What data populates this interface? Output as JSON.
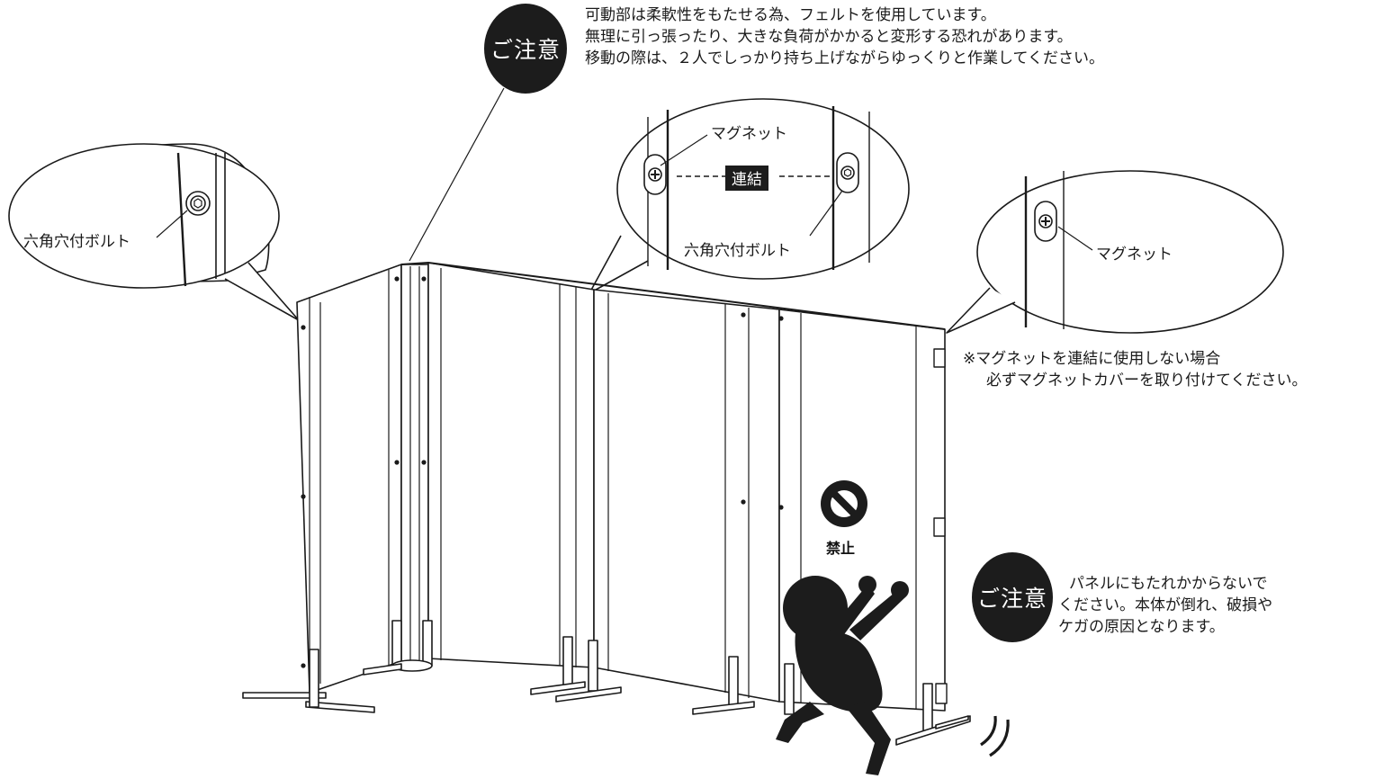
{
  "caution_top": {
    "badge": "ご注意",
    "lines": [
      "可動部は柔軟性をもたせる為、フェルトを使用しています。",
      "無理に引っ張ったり、大きな負荷がかかると変形する恐れがあります。",
      "移動の際は、２人でしっかり持ち上げながらゆっくりと作業してください。"
    ]
  },
  "callout_left": {
    "label": "六角穴付ボルト"
  },
  "callout_center": {
    "magnet_label": "マグネット",
    "link_label": "連結",
    "bolt_label": "六角穴付ボルト"
  },
  "callout_right": {
    "magnet_label": "マグネット"
  },
  "magnet_cover_note": {
    "line1": "※マグネットを連結に使用しない場合",
    "line2": "必ずマグネットカバーを取り付けてください。"
  },
  "prohibit": {
    "icon": "prohibition-icon",
    "label": "禁止"
  },
  "caution_bottom": {
    "badge": "ご注意",
    "lines": [
      "パネルにもたれかからないで",
      "ください。本体が倒れ、破損や",
      "ケガの原因となります。"
    ]
  },
  "colors": {
    "ink": "#1c1c1c",
    "panel": "#ffffff"
  }
}
